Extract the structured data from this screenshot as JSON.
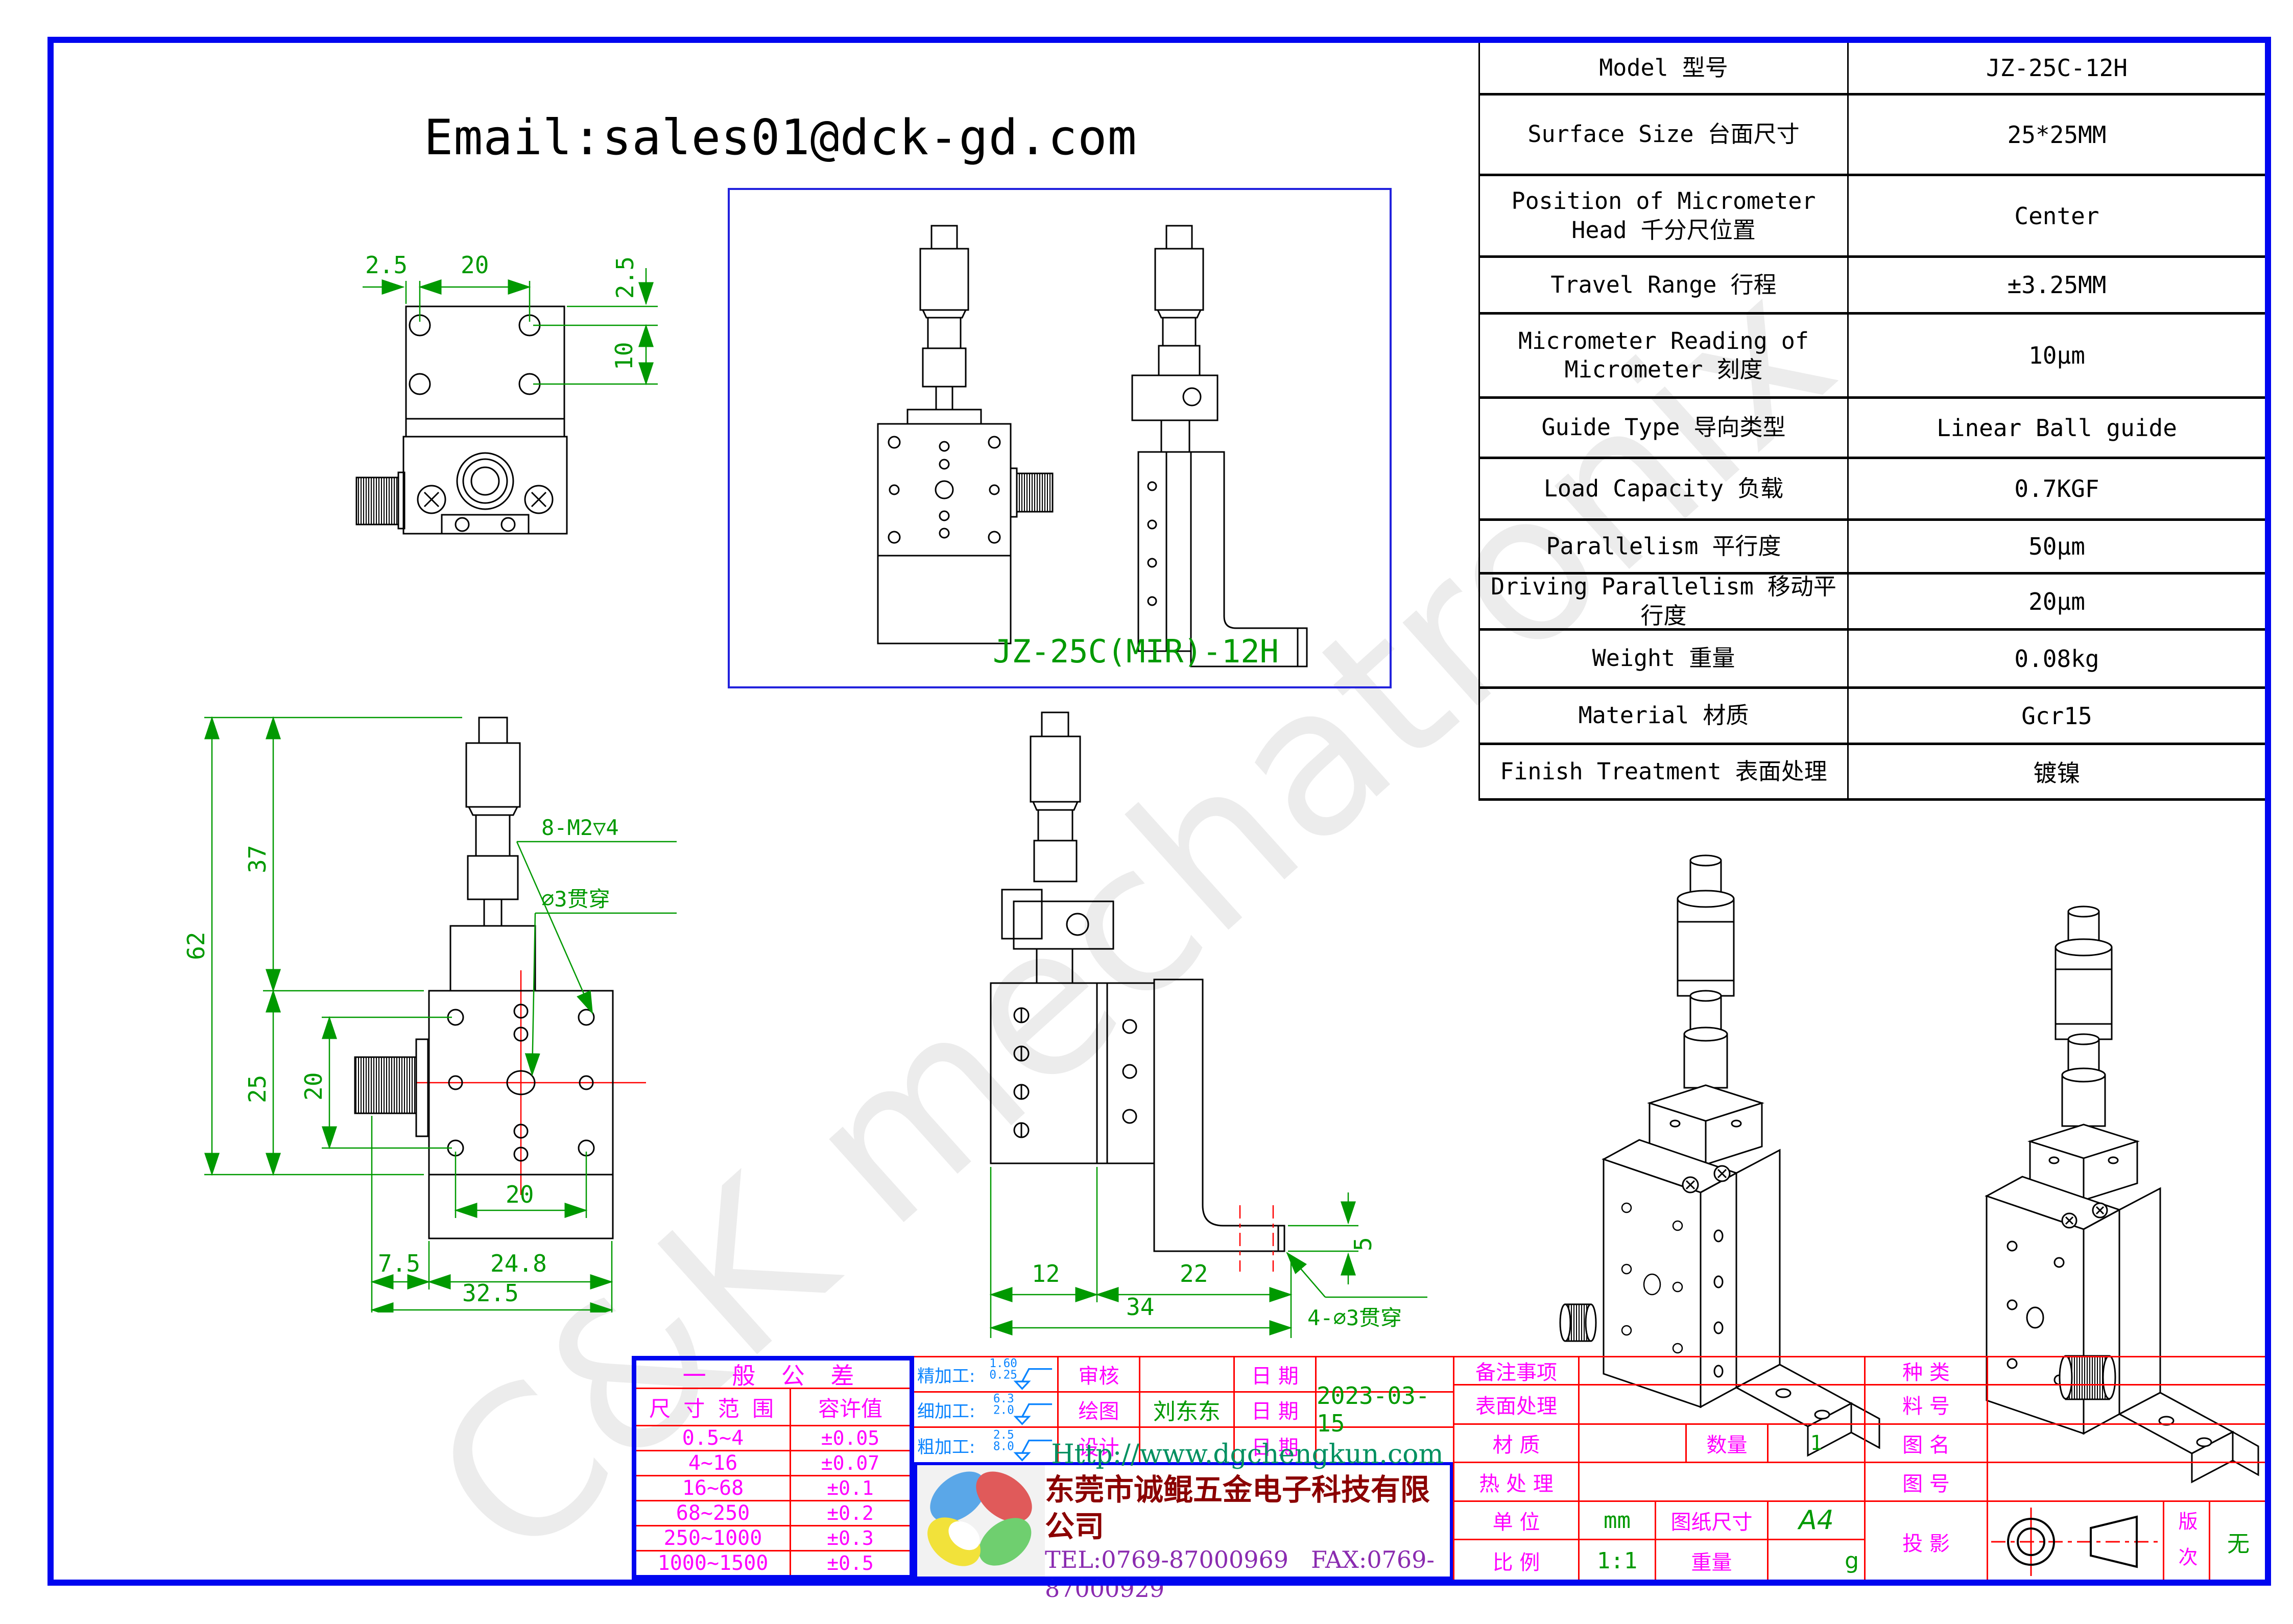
{
  "email": "Email:sales01@dck-gd.com",
  "watermark": "C&K mechatronix",
  "boxed_label": "JZ-25C(MIR)-12H",
  "spec_table": {
    "rows": [
      {
        "label": "Model 型号",
        "value": "JZ-25C-12H"
      },
      {
        "label": "Surface Size 台面尺寸",
        "value": "25*25MM"
      },
      {
        "label": "Position of Micrometer Head 千分尺位置",
        "value": "Center"
      },
      {
        "label": "Travel Range 行程",
        "value": "±3.25MM"
      },
      {
        "label": "Micrometer Reading of Micrometer 刻度",
        "value": "10μm"
      },
      {
        "label": "Guide Type 导向类型",
        "value": "Linear Ball guide"
      },
      {
        "label": "Load Capacity 负载",
        "value": "0.7KGF"
      },
      {
        "label": "Parallelism 平行度",
        "value": "50μm"
      },
      {
        "label": "Driving Parallelism 移动平行度",
        "value": "20μm"
      },
      {
        "label": "Weight 重量",
        "value": "0.08kg"
      },
      {
        "label": "Material 材质",
        "value": "Gcr15"
      },
      {
        "label": "Finish Treatment 表面处理",
        "value": "镀镍"
      }
    ]
  },
  "dims": {
    "top": {
      "d25l": "2.5",
      "d20": "20",
      "d25r": "2.5",
      "d10": "10"
    },
    "front": {
      "d62": "62",
      "d37": "37",
      "d25": "25",
      "d20side": "20",
      "d20": "20",
      "d75": "7.5",
      "d248": "24.8",
      "d325": "32.5",
      "m2": "8-M2▽4",
      "d3": "∅3贯穿"
    },
    "side": {
      "d12": "12",
      "d22": "22",
      "d34": "34",
      "d5": "5",
      "d3x4": "4-∅3贯穿"
    }
  },
  "tolerance_table": {
    "title": "一 般 公 差",
    "col1": "尺 寸 范 围",
    "col2": "容许值",
    "rows": [
      [
        "0.5~4",
        "±0.05"
      ],
      [
        "4~16",
        "±0.07"
      ],
      [
        "16~68",
        "±0.1"
      ],
      [
        "68~250",
        "±0.2"
      ],
      [
        "250~1000",
        "±0.3"
      ],
      [
        "1000~1500",
        "±0.5"
      ]
    ]
  },
  "process": {
    "rows": [
      {
        "label": "精加工:",
        "ra_top": "1.60",
        "ra_bottom": "0.25"
      },
      {
        "label": "细加工:",
        "ra_top": "6.3",
        "ra_bottom": "2.0"
      },
      {
        "label": "粗加工:",
        "ra_top": "2.5",
        "ra_bottom": "8.0"
      }
    ]
  },
  "approval": {
    "review_label": "审核",
    "draw_label": "绘图",
    "drafter": "刘东东",
    "design_label": "设计",
    "date_label": "日 期",
    "date": "2023-03-15"
  },
  "company": {
    "url": "Http://www.dgchengkun.com",
    "name": "东莞市诚鲲五金电子科技有限公司",
    "tel": "TEL:0769-87000969",
    "fax": "FAX:0769-87000929"
  },
  "titleblock": {
    "notes_label": "备注事项",
    "surface_label": "表面处理",
    "material_label": "材 质",
    "heat_label": "热 处 理",
    "unit_label": "单 位",
    "scale_label": "比 例",
    "qty_label": "数量",
    "qty": "1",
    "unit": "mm",
    "sheet_label": "图纸尺寸",
    "sheet": "A4",
    "scale": "1:1",
    "weight_label": "重量",
    "weight_unit": "g",
    "kind_label": "种 类",
    "part_label": "料 号",
    "name_label": "图 名",
    "no_label": "图 号",
    "proj_label": "投 影",
    "rev_label": "版 次",
    "rev": "无"
  }
}
